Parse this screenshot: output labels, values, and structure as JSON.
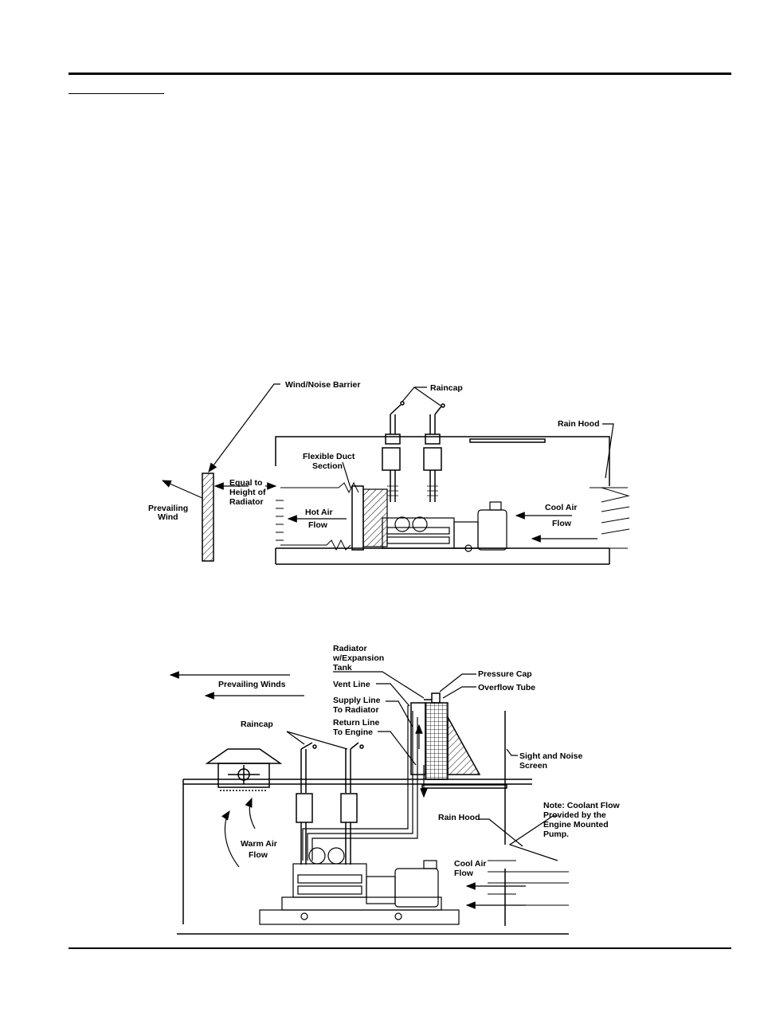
{
  "figure1": {
    "labels": {
      "wind_noise_barrier": "Wind/Noise Barrier",
      "raincap": "Raincap",
      "rain_hood": "Rain Hood",
      "flexible_duct_1": "Flexible Duct",
      "flexible_duct_2": "Section",
      "equal_to_1": "Equal to",
      "equal_to_2": "Height of",
      "equal_to_3": "Radiator",
      "prevailing_1": "Prevailing",
      "prevailing_2": "Wind",
      "hot_air_1": "Hot Air",
      "hot_air_2": "Flow",
      "cool_air_1": "Cool Air",
      "cool_air_2": "Flow"
    }
  },
  "figure2": {
    "labels": {
      "radiator_1": "Radiator",
      "radiator_2": "w/Expansion",
      "radiator_3": "Tank",
      "pressure_cap": "Pressure Cap",
      "overflow_tube": "Overflow Tube",
      "prevailing_winds": "Prevailing Winds",
      "vent_line": "Vent Line",
      "supply_line_1": "Supply Line",
      "supply_line_2": "To Radiator",
      "return_line_1": "Return Line",
      "return_line_2": "To Engine",
      "raincap": "Raincap",
      "sight_screen_1": "Sight and Noise",
      "sight_screen_2": "Screen",
      "note_1": "Note: Coolant Flow",
      "note_2": "Provided by the",
      "note_3": "Engine Mounted",
      "note_4": "Pump.",
      "rain_hood": "Rain Hood",
      "warm_air_1": "Warm Air",
      "warm_air_2": "Flow",
      "cool_air_1": "Cool Air",
      "cool_air_2": "Flow"
    }
  }
}
